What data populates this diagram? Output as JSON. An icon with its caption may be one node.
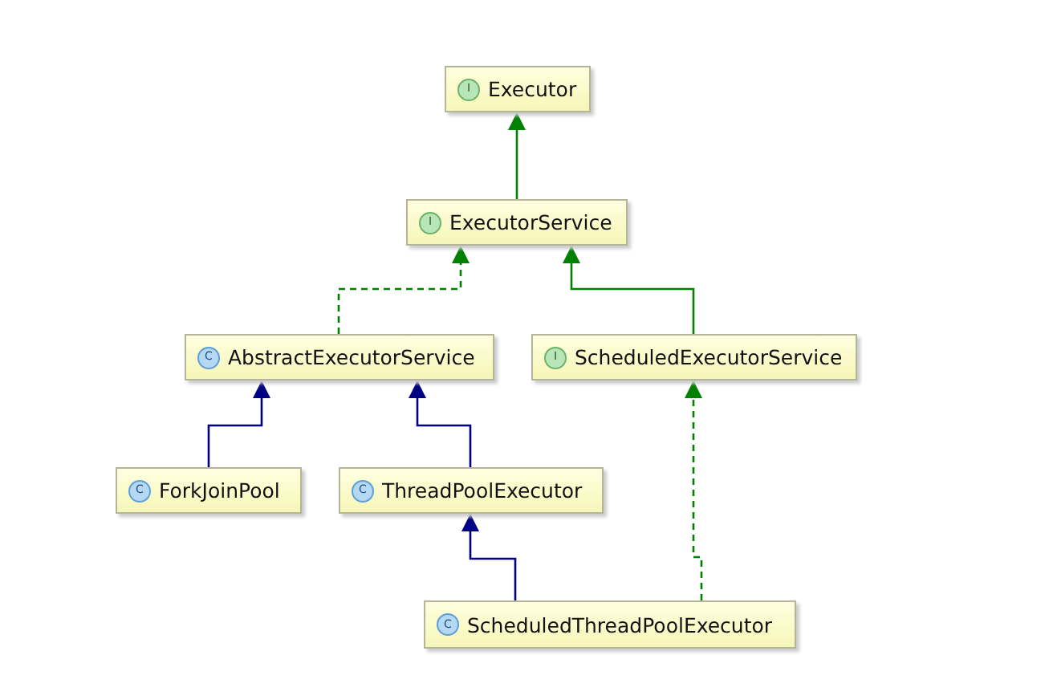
{
  "diagram": {
    "nodes": [
      {
        "text": [
          "I",
          "Executor"
        ]
      },
      {
        "text": [
          "I",
          "ExecutorService"
        ]
      },
      {
        "text": [
          "C",
          "AbstractExecutorService"
        ]
      },
      {
        "text": [
          "I",
          "ScheduledExecutorService"
        ]
      },
      {
        "text": [
          "C",
          "ForkJoinPool"
        ]
      },
      {
        "text": [
          "C",
          "ThreadPoolExecutor"
        ]
      },
      {
        "text": [
          "C",
          "ScheduledThreadPoolExecutor"
        ]
      }
    ],
    "edges": [
      {
        "from": 1,
        "to": 0,
        "arrow": "to"
      },
      {
        "from": 2,
        "to": 1,
        "arrow": "to",
        "style": "dashed"
      },
      {
        "from": 3,
        "to": 1,
        "arrow": "to"
      },
      {
        "from": 4,
        "to": 2,
        "arrow": "to",
        "color": "#000080"
      },
      {
        "from": 5,
        "to": 2,
        "arrow": "to",
        "color": "#000080"
      },
      {
        "from": 6,
        "to": 5,
        "arrow": "to",
        "color": "#000080"
      },
      {
        "from": 6,
        "to": 3,
        "arrow": "to",
        "style": "dashed"
      }
    ]
  }
}
